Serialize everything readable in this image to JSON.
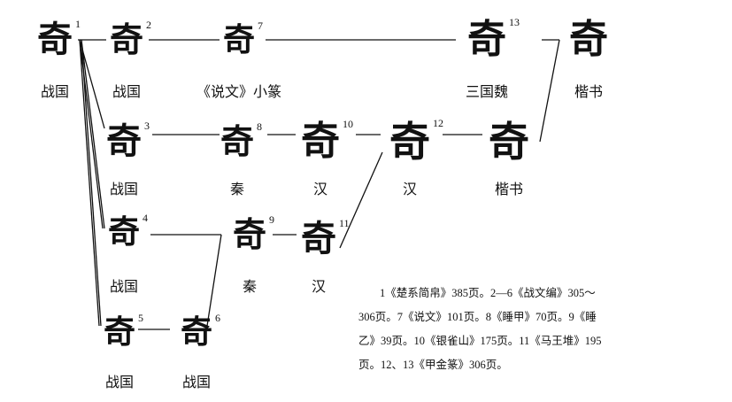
{
  "glyph": "奇",
  "nodes": [
    {
      "id": "1",
      "num": "1",
      "label": "战国"
    },
    {
      "id": "2",
      "num": "2",
      "label": "战国"
    },
    {
      "id": "7",
      "num": "7",
      "label": "《说文》小篆"
    },
    {
      "id": "13",
      "num": "13",
      "label": "三国魏"
    },
    {
      "id": "k1",
      "num": "",
      "label": "楷书"
    },
    {
      "id": "3",
      "num": "3",
      "label": "战国"
    },
    {
      "id": "8",
      "num": "8",
      "label": "秦"
    },
    {
      "id": "10",
      "num": "10",
      "label": "汉"
    },
    {
      "id": "12",
      "num": "12",
      "label": "汉"
    },
    {
      "id": "k2",
      "num": "",
      "label": "楷书"
    },
    {
      "id": "4",
      "num": "4",
      "label": "战国"
    },
    {
      "id": "9",
      "num": "9",
      "label": "秦"
    },
    {
      "id": "11",
      "num": "11",
      "label": "汉"
    },
    {
      "id": "5",
      "num": "5",
      "label": "战国"
    },
    {
      "id": "6",
      "num": "6",
      "label": "战国"
    }
  ],
  "notes": [
    "1《楚系简帛》385页。2—6《战文编》305～",
    "306页。7《说文》101页。8《睡甲》70页。9《睡",
    "乙》39页。10《银雀山》175页。11《马王堆》195",
    "页。12、13《甲金篆》306页。"
  ]
}
